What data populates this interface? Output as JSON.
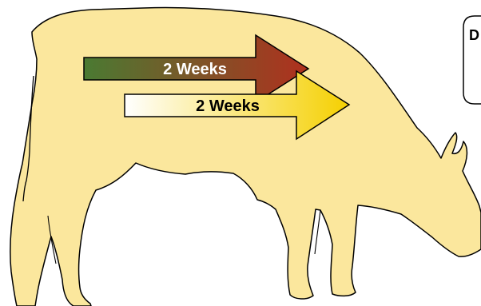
{
  "arrows": [
    {
      "label": "2 Weeks",
      "gradient_start": "#4a7a32",
      "gradient_end": "#b0301e",
      "label_color": "#ffffff"
    },
    {
      "label": "2 Weeks",
      "gradient_start": "#ffffff",
      "gradient_end": "#f5d000",
      "label_color": "#000000"
    }
  ],
  "callout": {
    "text": "D"
  },
  "colors": {
    "cow_fill": "#fbe79d",
    "outline": "#000000",
    "background": "#ffffff"
  }
}
